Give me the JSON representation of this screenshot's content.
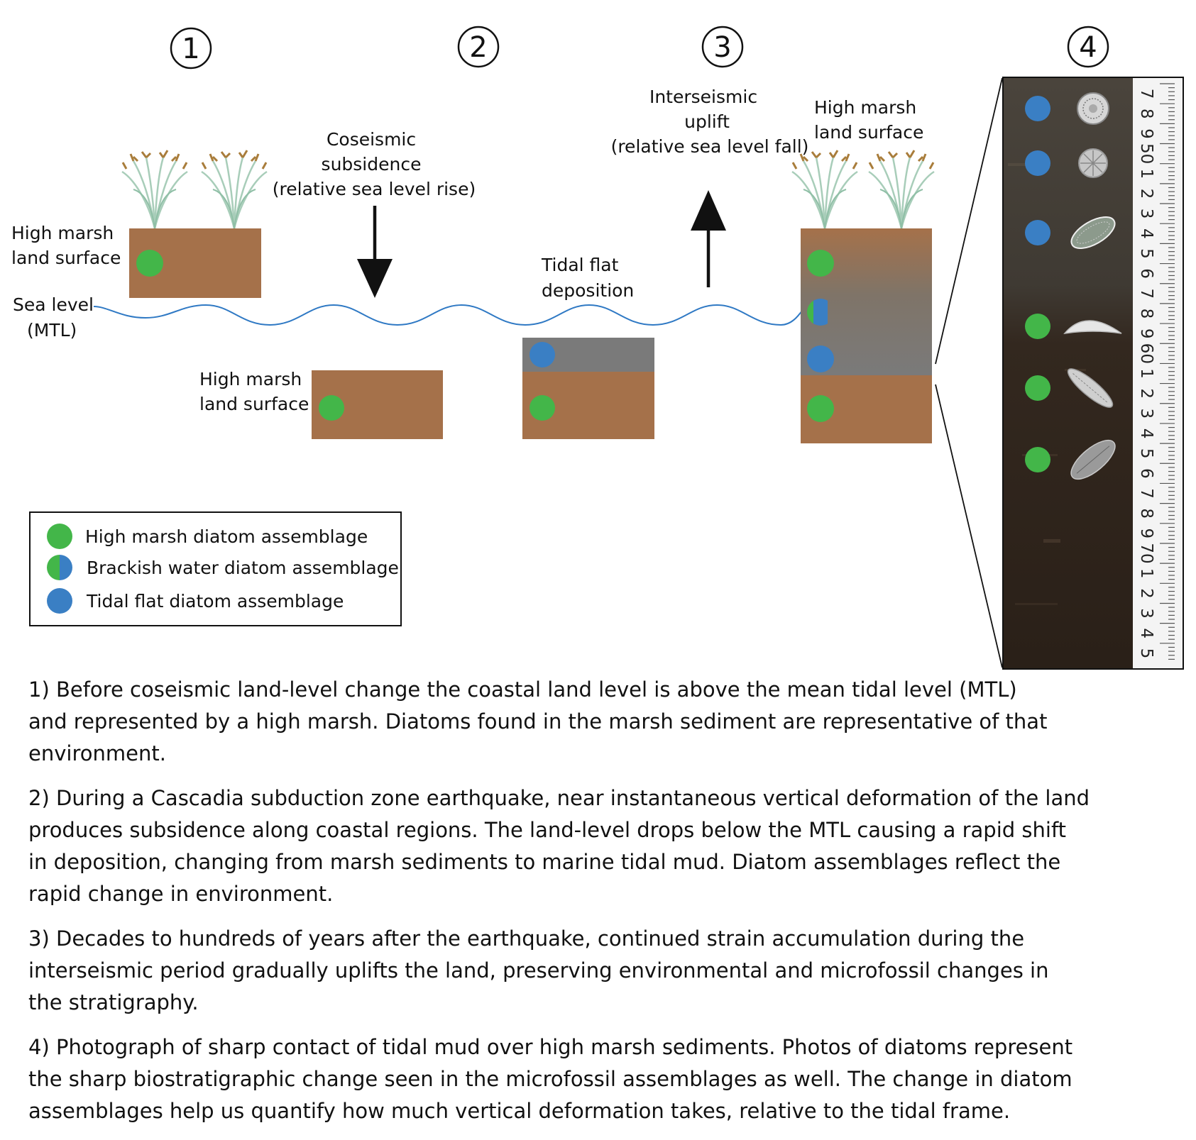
{
  "diagram": {
    "step_numbers": [
      "1",
      "2",
      "3",
      "4"
    ],
    "labels": {
      "high_marsh_1": [
        "High marsh",
        "land surface"
      ],
      "sea_level": [
        "Sea level",
        "(MTL)"
      ],
      "coseismic": [
        "Coseismic",
        "subsidence",
        "(relative sea level rise)"
      ],
      "high_marsh_2": [
        "High marsh",
        "land surface"
      ],
      "tidal_flat": [
        "Tidal flat",
        "deposition"
      ],
      "interseismic": [
        "Interseismic",
        "uplift",
        "(relative sea level fall)"
      ],
      "high_marsh_3": [
        "High marsh",
        "land surface"
      ]
    },
    "colors": {
      "marsh_sediment": "#a5714a",
      "tidal_mud": "#7a7a7a",
      "high_marsh_diatom": "#43b649",
      "tidal_flat_diatom": "#3a7fc4",
      "sea_line": "#2f79c4",
      "grass": "#a8cdb9",
      "seed": "#a97d3b"
    },
    "icons": [
      "grass-tuft-icon",
      "arrow-down-icon",
      "arrow-up-icon",
      "diatom-icon"
    ]
  },
  "legend": {
    "items": [
      {
        "label": "High marsh diatom assemblage",
        "type": "high-marsh"
      },
      {
        "label": "Brackish water diatom assemblage",
        "type": "brackish"
      },
      {
        "label": "Tidal flat diatom assemblage",
        "type": "tidal-flat"
      }
    ]
  },
  "core_photo": {
    "ruler_digits": [
      "7",
      "8",
      "9",
      "50",
      "1",
      "2",
      "3",
      "4",
      "5",
      "6",
      "7",
      "8",
      "9",
      "60",
      "1",
      "2",
      "3",
      "4",
      "5",
      "6",
      "7",
      "8",
      "9",
      "70",
      "1",
      "2",
      "3",
      "4",
      "5"
    ],
    "diatom_dots": [
      "tidal-flat",
      "tidal-flat",
      "tidal-flat",
      "high-marsh",
      "high-marsh",
      "high-marsh"
    ]
  },
  "captions": [
    "1) Before coseismic land-level change the coastal land level is above the mean tidal level (MTL)\nand represented by a high marsh. Diatoms found in the marsh sediment are representative of that\nenvironment.",
    "2) During a Cascadia subduction zone earthquake, near instantaneous vertical deformation of the land\nproduces subsidence along coastal regions. The land-level drops below the MTL causing a rapid shift\nin deposition, changing from marsh sediments to marine tidal mud. Diatom assemblages reflect the\nrapid change in environment.",
    "3) Decades to hundreds of years after the earthquake, continued strain accumulation during the\ninterseismic period gradually uplifts the land, preserving environmental and microfossil changes in\nthe stratigraphy.",
    "4) Photograph of sharp contact of tidal mud over high marsh sediments. Photos of diatoms represent\n the sharp biostratigraphic change seen in the microfossil assemblages as well. The change in diatom\nassemblages help us quantify how much vertical deformation takes, relative to the tidal frame."
  ]
}
